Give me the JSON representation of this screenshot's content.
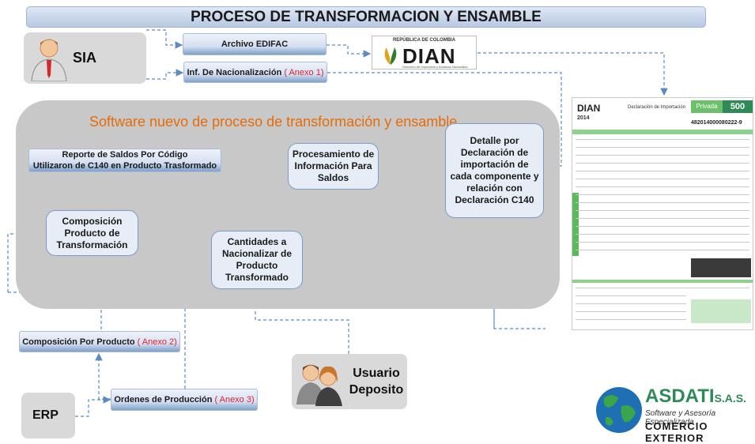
{
  "title": "PROCESO DE TRANSFORMACION Y ENSAMBLE",
  "sia": {
    "label": "SIA"
  },
  "archivo_edifac": {
    "label": "Archivo EDIFAC"
  },
  "inf_nacionalizacion": {
    "label": "Inf. De Nacionalización",
    "annex": "( Anexo 1)"
  },
  "dian": {
    "republic": "REPÚBLICA DE COLOMBIA",
    "name": "DIAN",
    "subtitle": "Dirección de Impuestos y Aduanas Nacionales"
  },
  "software_panel": {
    "title": "Software nuevo de proceso de transformación y ensamble"
  },
  "reporte": {
    "line1": "Reporte de Saldos Por Código",
    "line2": "Utilizaron de C140 en Producto Trasformado"
  },
  "procesamiento": {
    "label": "Procesamiento de Información Para Saldos"
  },
  "detalle": {
    "label": "Detalle por Declaración de importación de cada componente y relación con Declaración C140"
  },
  "composicion_producto": {
    "label": "Composición Producto de Transformación"
  },
  "cantidades": {
    "label": "Cantidades a Nacionalizar de Producto Transformado"
  },
  "composicion_por_producto": {
    "label": "Composición Por Producto",
    "annex": "( Anexo 2)"
  },
  "ordenes": {
    "label": "Ordenes de Producción",
    "annex": "( Anexo 3)"
  },
  "erp": {
    "label": "ERP"
  },
  "usuario": {
    "label": "Usuario Deposito"
  },
  "declaration_doc": {
    "brand": "DIAN",
    "doc_title": "Declaración de Importación",
    "year": "2014",
    "privada_label": "Privada",
    "form_number": "500",
    "number": "482014000080222-9"
  },
  "asdati": {
    "name": "ASDATI",
    "suffix": "S.A.S.",
    "tagline": "Software y Asesoría Especializada",
    "sub": "COMERCIO EXTERIOR"
  },
  "colors": {
    "arrow": "#5b8bc2",
    "panel": "#c8c8c8",
    "accent_orange": "#e46c0a",
    "annex_red": "#e0212b",
    "brand_green": "#2e8b57"
  }
}
